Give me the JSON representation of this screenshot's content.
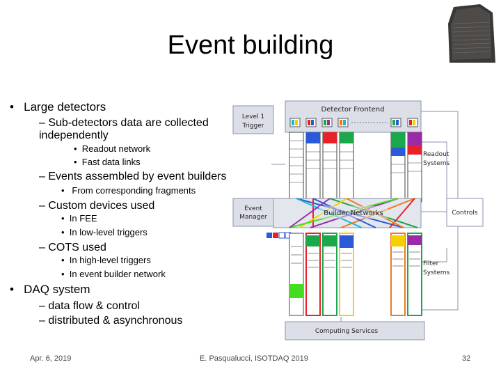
{
  "slide": {
    "title": "Event building",
    "footer_date": "Apr. 6, 2019",
    "footer_author": "E. Pasqualucci, ISOTDAQ 2019",
    "page_number": "32"
  },
  "bullets": {
    "b1": "Large detectors",
    "b1_s1": "Sub-detectors data are collected independently",
    "b1_s1_a": "Readout network",
    "b1_s1_b": "Fast data links",
    "b1_s2": "Events assembled by event builders",
    "b1_s2_a": "From corresponding fragments",
    "b1_s3": "Custom devices used",
    "b1_s3_a": "In FEE",
    "b1_s3_b": "In low-level triggers",
    "b1_s4": "COTS used",
    "b1_s4_a": "In high-level triggers",
    "b1_s4_b": "In event builder network",
    "b2": "DAQ system",
    "b2_s1": "data flow & control",
    "b2_s2": "distributed & asynchronous",
    "bullet_char": "•",
    "dash_char": "–"
  },
  "diagram": {
    "detector_frontend": "Detector Frontend",
    "level1_trigger_l1": "Level 1",
    "level1_trigger_l2": "Trigger",
    "readout_systems_l1": "Readout",
    "readout_systems_l2": "Systems",
    "event_manager_l1": "Event",
    "event_manager_l2": "Manager",
    "builder_networks": "Builder Networks",
    "controls": "Controls",
    "filter_systems_l1": "Filter",
    "filter_systems_l2": "Systems",
    "computing_services": "Computing Services",
    "colors": {
      "red": "#e8202a",
      "green": "#1aa84a",
      "blue": "#2a5ad8",
      "yellow": "#f5d000",
      "orange": "#f07a1a",
      "purple": "#9a2aa8",
      "cyan": "#19b8d0",
      "lime": "#44dd22",
      "lightbox": "#d8dbe4",
      "frame": "#8a93a8"
    }
  }
}
